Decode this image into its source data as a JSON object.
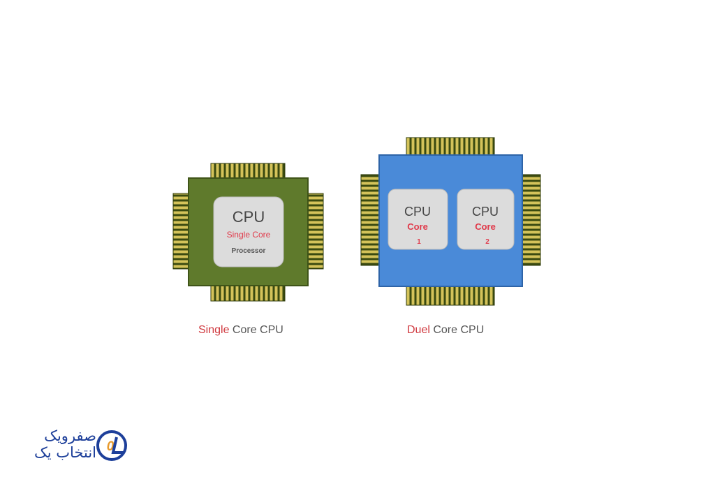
{
  "single_chip": {
    "core_title": "CPU",
    "core_subtitle": "Single Core",
    "core_caption": "Processor",
    "label_highlight": "Single",
    "label_rest": " Core CPU"
  },
  "dual_chip": {
    "cores": [
      {
        "title": "CPU",
        "subtitle": "Core",
        "number": "1"
      },
      {
        "title": "CPU",
        "subtitle": "Core",
        "number": "2"
      }
    ],
    "label_highlight": "Duel",
    "label_rest": " Core CPU"
  },
  "logo": {
    "line1": "صفرویک",
    "line2": "انتخاب یک",
    "mark": "01"
  },
  "colors": {
    "single_body": "#5f7a2c",
    "dual_body": "#4a8ad8",
    "pin": "#c8b850",
    "accent": "#d0393f"
  }
}
